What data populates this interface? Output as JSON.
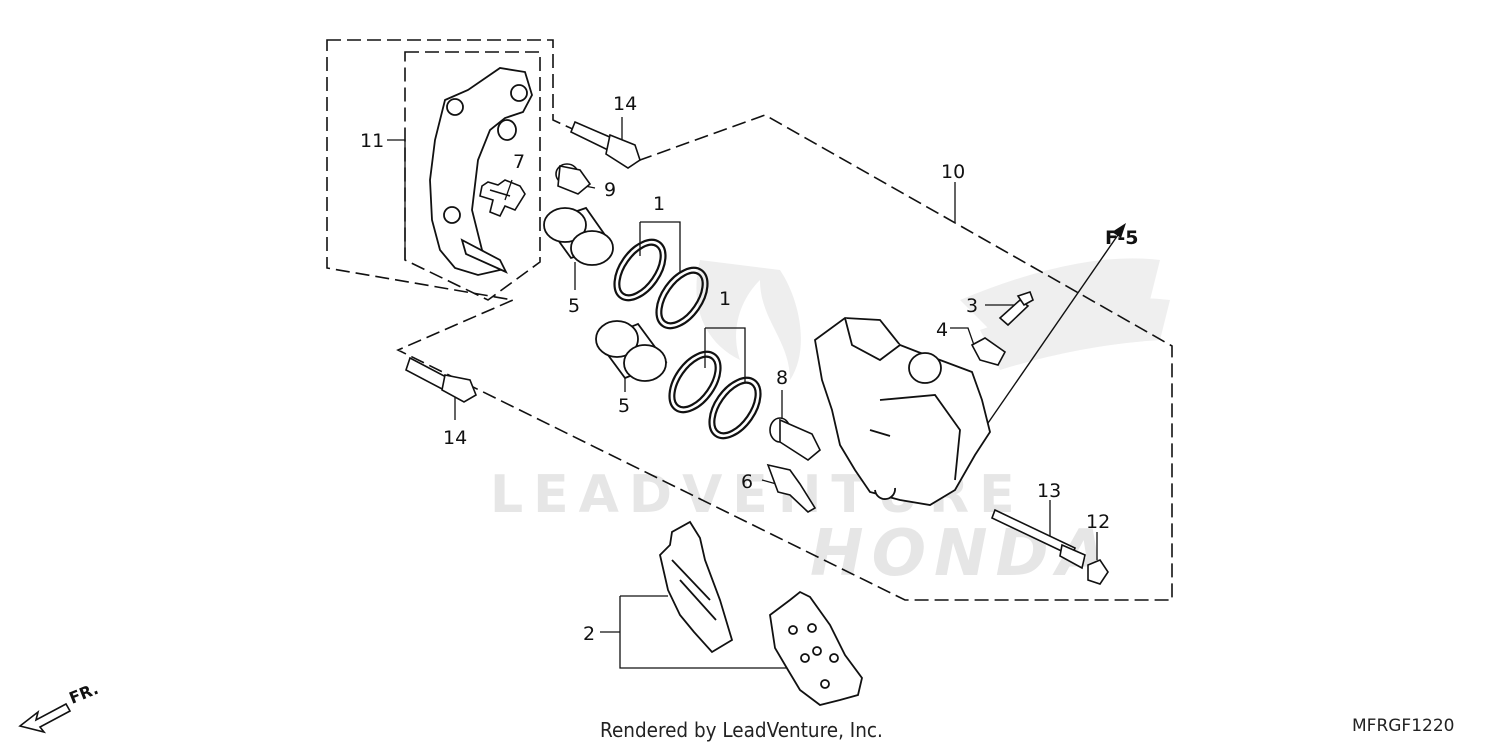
{
  "callouts": {
    "n1a": "1",
    "n1b": "1",
    "n2": "2",
    "n3": "3",
    "n4": "4",
    "n5a": "5",
    "n5b": "5",
    "n6": "6",
    "n7": "7",
    "n8": "8",
    "n9": "9",
    "n10": "10",
    "n11": "11",
    "n12": "12",
    "n13": "13",
    "n14a": "14",
    "n14b": "14"
  },
  "reference_label": "F-5",
  "direction_label": "FR.",
  "watermark": {
    "line1": "LEADVENTURE",
    "line2": "HONDA"
  },
  "footer": {
    "credit": "Rendered by LeadVenture, Inc.",
    "diagram_code": "MFRGF1220"
  },
  "colors": {
    "line": "#111111",
    "watermark": "#e6e6e6"
  }
}
